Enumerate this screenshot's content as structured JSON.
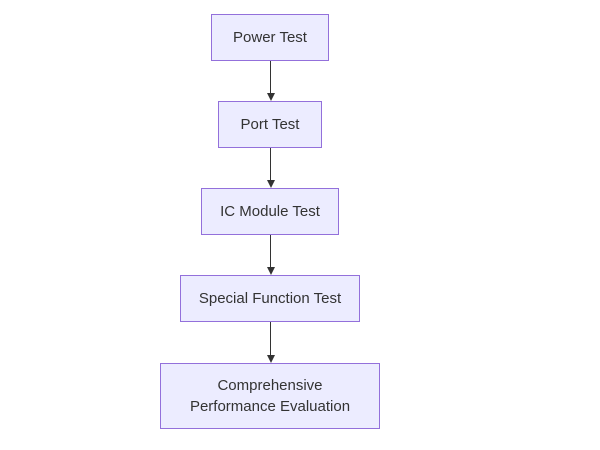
{
  "diagram": {
    "type": "flowchart",
    "direction": "top-down",
    "nodes": [
      {
        "id": "power-test",
        "lines": [
          "Power Test"
        ]
      },
      {
        "id": "port-test",
        "lines": [
          "Port Test"
        ]
      },
      {
        "id": "ic-module-test",
        "lines": [
          "IC Module Test"
        ]
      },
      {
        "id": "special-function-test",
        "lines": [
          "Special Function Test"
        ]
      },
      {
        "id": "comprehensive-performance-evaluation",
        "lines": [
          "Comprehensive",
          "Performance Evaluation"
        ]
      }
    ],
    "edges": [
      {
        "from": "Power Test",
        "to": "Port Test"
      },
      {
        "from": "Port Test",
        "to": "IC Module Test"
      },
      {
        "from": "IC Module Test",
        "to": "Special Function Test"
      },
      {
        "from": "Special Function Test",
        "to": "Comprehensive Performance Evaluation"
      }
    ],
    "colors": {
      "background": "#FFFFFF",
      "node_fill": "#ECECFF",
      "node_border": "#9370DB",
      "node_text": "#333333",
      "arrow": "#333333"
    }
  }
}
